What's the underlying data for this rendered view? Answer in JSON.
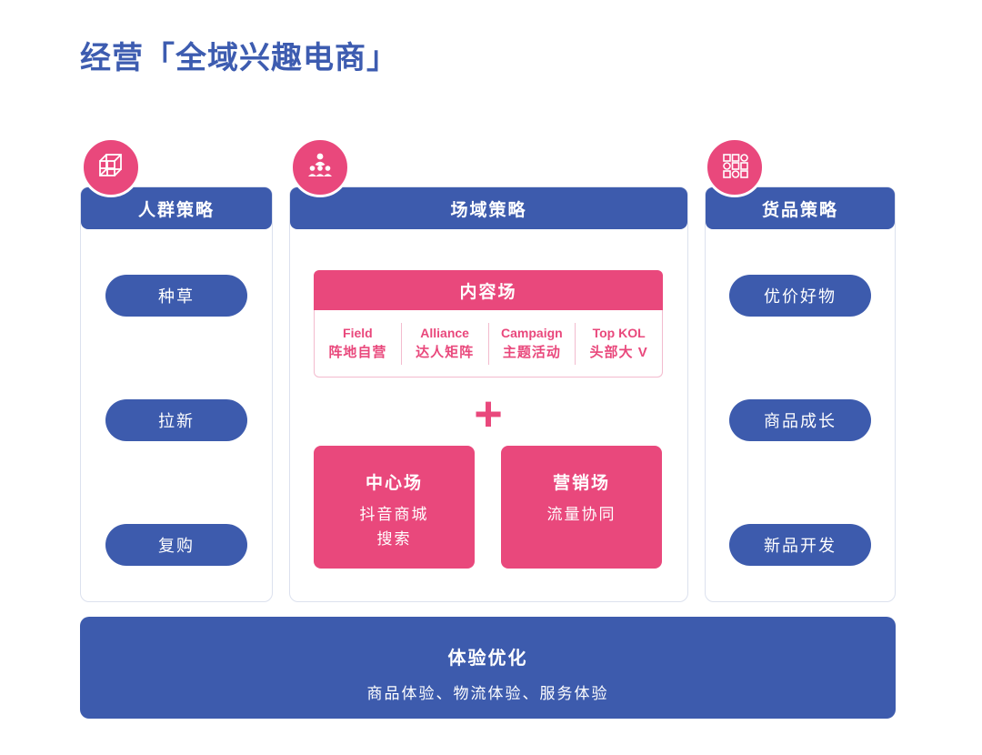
{
  "page": {
    "title": "经营「全域兴趣电商」"
  },
  "colors": {
    "blue": "#3D5BAD",
    "pink": "#E9487C"
  },
  "columns": {
    "crowd": {
      "header": "人群策略",
      "icon": "cube-icon",
      "items": [
        "种草",
        "拉新",
        "复购"
      ]
    },
    "field": {
      "header": "场域策略",
      "icon": "people-icon",
      "content": {
        "title": "内容场",
        "subitems": [
          {
            "en": "Field",
            "zh": "阵地自营"
          },
          {
            "en": "Alliance",
            "zh": "达人矩阵"
          },
          {
            "en": "Campaign",
            "zh": "主题活动"
          },
          {
            "en": "Top KOL",
            "zh": "头部大 V"
          }
        ]
      },
      "plus": "+",
      "center_box": {
        "title": "中心场",
        "lines": [
          "抖音商城",
          "搜索"
        ]
      },
      "marketing_box": {
        "title": "营销场",
        "lines": [
          "流量协同"
        ]
      }
    },
    "goods": {
      "header": "货品策略",
      "icon": "grid-icon",
      "items": [
        "优价好物",
        "商品成长",
        "新品开发"
      ]
    }
  },
  "footer": {
    "title": "体验优化",
    "subtitle": "商品体验、物流体验、服务体验"
  }
}
